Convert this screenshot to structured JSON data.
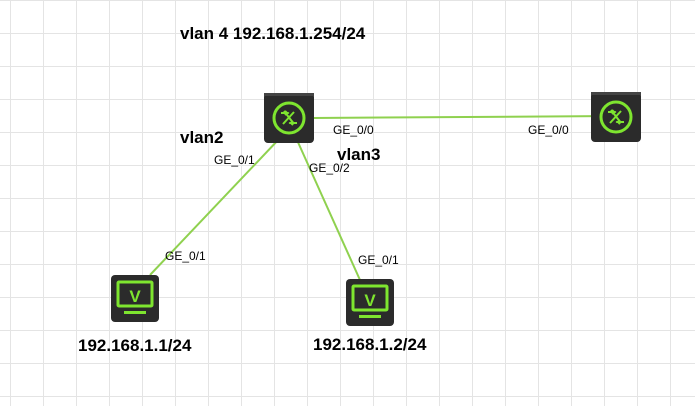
{
  "colors": {
    "link": "#8fd14f",
    "device_body": "#2b2b2b",
    "device_accent": "#7ee52f"
  },
  "labels": {
    "top_title": "vlan 4 192.168.1.254/24",
    "vlan2": "vlan2",
    "vlan3": "vlan3",
    "pc1_ip": "192.168.1.1/24",
    "pc2_ip": "192.168.1.2/24"
  },
  "nodes": {
    "switch_main": {
      "icon": "switch-icon"
    },
    "switch_right": {
      "icon": "switch-icon"
    },
    "pc1": {
      "icon": "pc-icon",
      "glyph": "V"
    },
    "pc2": {
      "icon": "pc-icon",
      "glyph": "V"
    }
  },
  "links": [
    {
      "from": "switch_main",
      "to": "switch_right",
      "from_port": "GE_0/0",
      "to_port": "GE_0/0"
    },
    {
      "from": "switch_main",
      "to": "pc1",
      "from_port": "GE_0/1",
      "to_port": "GE_0/1"
    },
    {
      "from": "switch_main",
      "to": "pc2",
      "from_port": "GE_0/2",
      "to_port": "GE_0/1"
    }
  ]
}
